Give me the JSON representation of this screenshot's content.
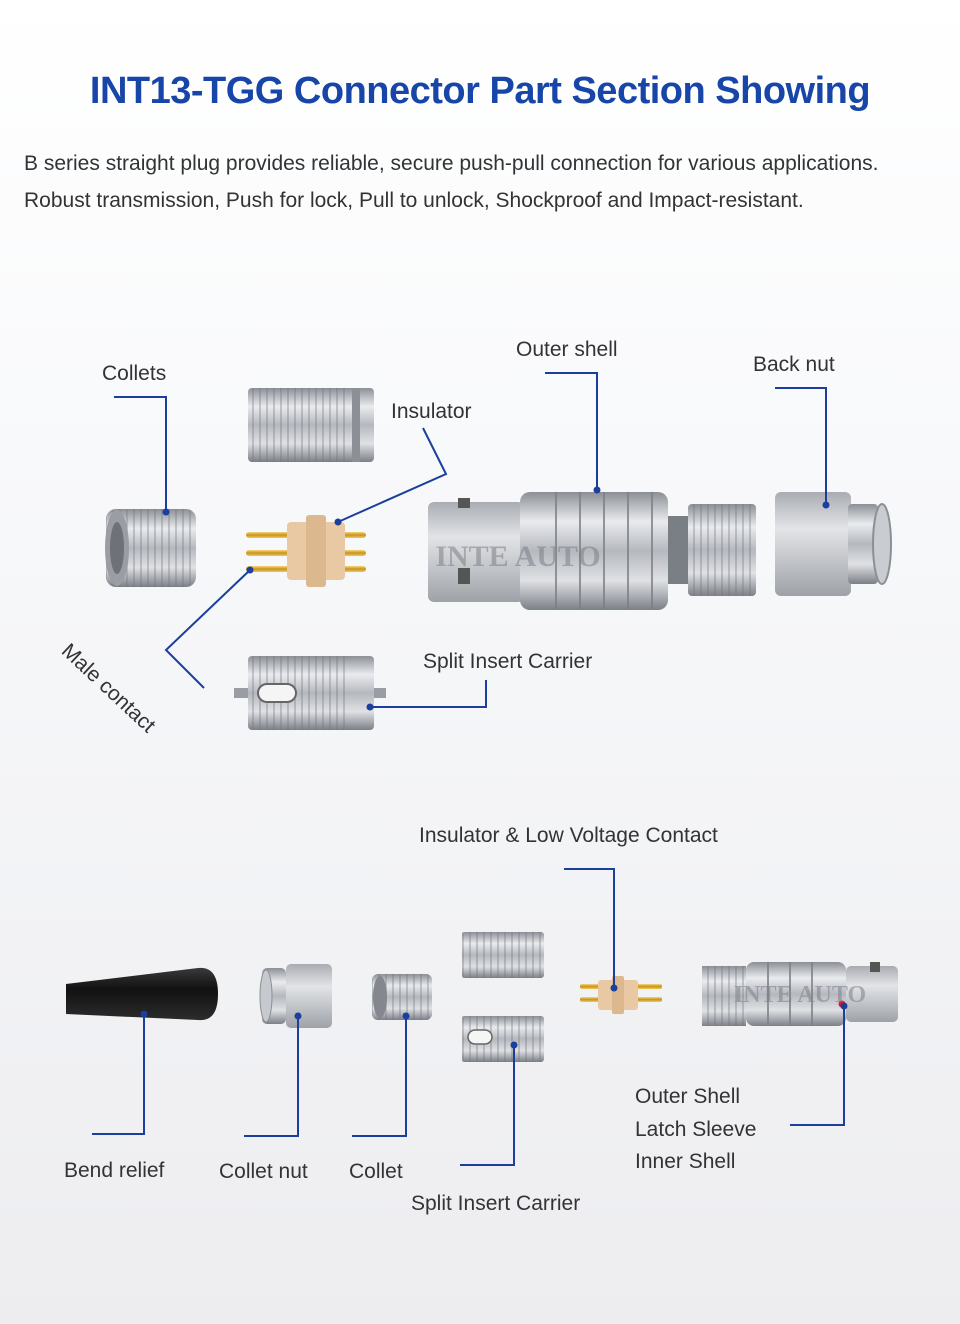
{
  "title": "INT13-TGG Connector Part Section Showing",
  "description": [
    "B series straight plug provides reliable, secure push-pull connection for various applications.",
    "Robust transmission, Push for lock, Pull to unlock,  Shockproof and Impact-resistant."
  ],
  "watermark": "INTE AUTO",
  "colors": {
    "title": "#1745a8",
    "leader": "#1a3f9c",
    "metal": "#b9bcc2",
    "insulator": "#e6c7a3",
    "pin": "#d8a531",
    "bend_relief": "#1c1c1c"
  },
  "section1": {
    "collets": "Collets",
    "insulator": "Insulator",
    "outer_shell": "Outer shell",
    "back_nut": "Back nut",
    "male_contact": "Male contact",
    "split_insert_carrier": "Split Insert Carrier"
  },
  "section2": {
    "insulator_lv_contact": "Insulator & Low Voltage Contact",
    "bend_relief": "Bend relief",
    "collet_nut": "Collet nut",
    "collet": "Collet",
    "split_insert_carrier": "Split Insert Carrier",
    "outer_shell": "Outer Shell",
    "latch_sleeve": "Latch Sleeve",
    "inner_shell": "Inner Shell"
  }
}
